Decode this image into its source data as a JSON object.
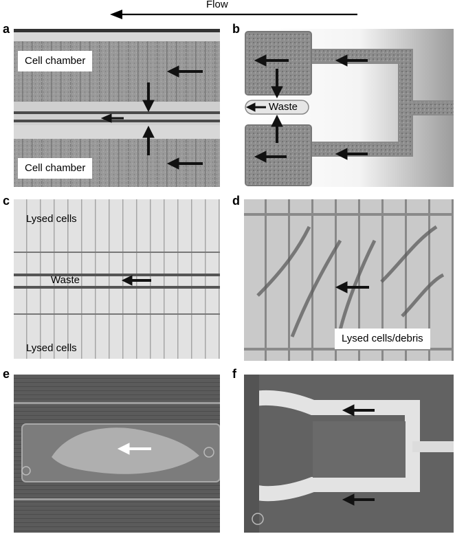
{
  "header": {
    "flow_label": "Flow"
  },
  "panels": {
    "a": {
      "letter": "a",
      "labels": [
        "Cell chamber",
        "Cell chamber"
      ]
    },
    "b": {
      "letter": "b",
      "waste_label": "Waste"
    },
    "c": {
      "letter": "c",
      "labels": [
        "Lysed cells",
        "Waste",
        "Lysed cells"
      ]
    },
    "d": {
      "letter": "d",
      "label": "Lysed cells/debris"
    },
    "e": {
      "letter": "e"
    },
    "f": {
      "letter": "f"
    }
  },
  "colors": {
    "arrow": "#111111",
    "arrow_white": "#ffffff",
    "panel_gray": "#8f8f8f"
  }
}
